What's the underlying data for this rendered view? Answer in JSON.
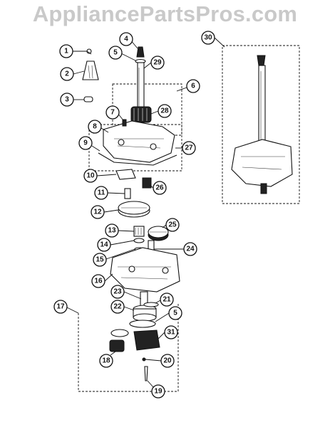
{
  "watermark": "AppliancePartsPros.com",
  "callouts": [
    "1",
    "2",
    "3",
    "4",
    "5",
    "29",
    "6",
    "7",
    "28",
    "8",
    "9",
    "27",
    "10",
    "26",
    "11",
    "12",
    "25",
    "13",
    "14",
    "24",
    "15",
    "16",
    "23",
    "21",
    "22",
    "5",
    "17",
    "31",
    "18",
    "20",
    "19",
    "30"
  ],
  "colors": {
    "ink": "#111111",
    "watermark": "#c9c9c9",
    "background": "#ffffff"
  }
}
